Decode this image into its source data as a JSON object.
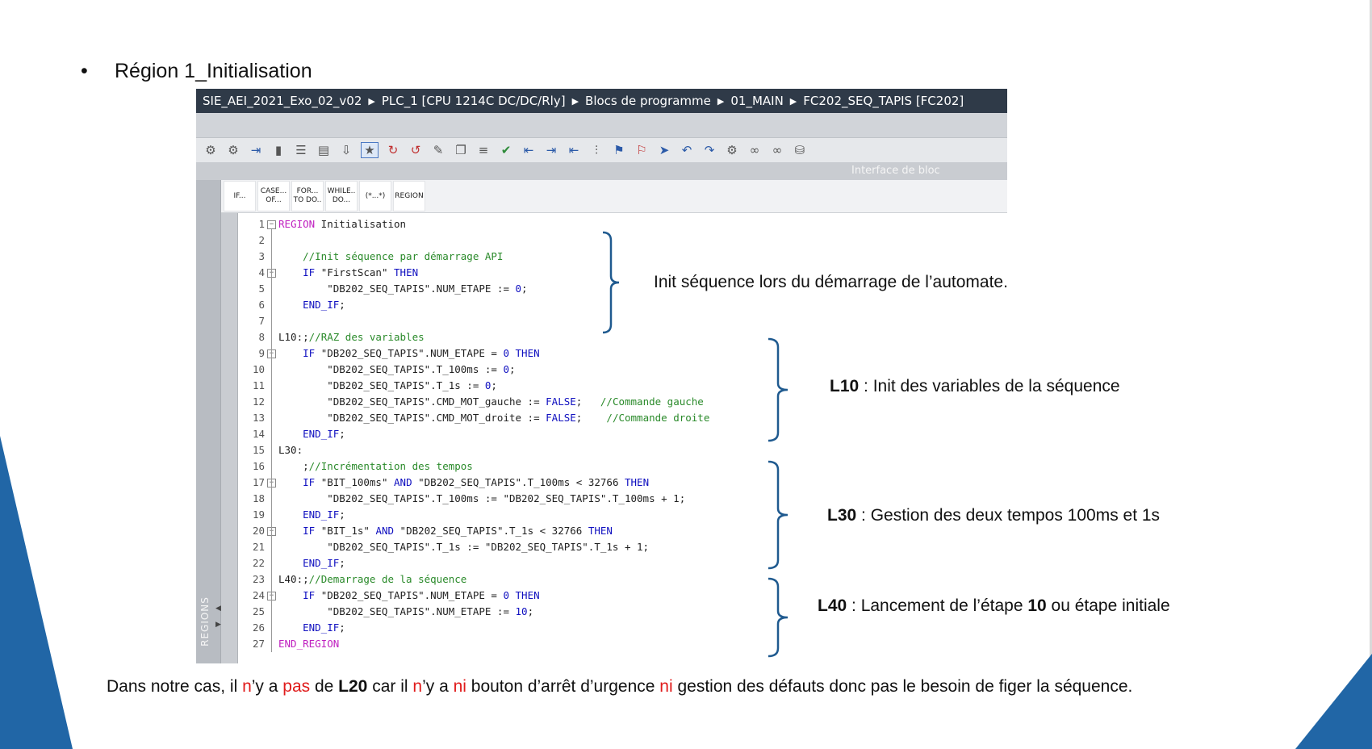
{
  "bullet": {
    "symbol": "•",
    "text": "Région 1_Initialisation"
  },
  "breadcrumb": [
    "SIE_AEI_2021_Exo_02_v02",
    "PLC_1 [CPU 1214C DC/DC/Rly]",
    "Blocs de programme",
    "01_MAIN",
    "FC202_SEQ_TAPIS [FC202]"
  ],
  "breadcrumb_sep": "▶",
  "interface_label": "Interface de bloc",
  "side_label": "REGIONS",
  "scl_buttons": [
    {
      "l1": "IF...",
      "l2": ""
    },
    {
      "l1": "CASE...",
      "l2": "OF..."
    },
    {
      "l1": "FOR...",
      "l2": "TO DO.."
    },
    {
      "l1": "WHILE..",
      "l2": "DO..."
    },
    {
      "l1": "(*...*)",
      "l2": ""
    },
    {
      "l1": "REGION",
      "l2": ""
    }
  ],
  "code_lines": [
    {
      "n": "1",
      "t": "REGION Initialisation"
    },
    {
      "n": "2",
      "t": ""
    },
    {
      "n": "3",
      "t": "    //Init séquence par démarrage API"
    },
    {
      "n": "4",
      "t": "    IF \"FirstScan\" THEN"
    },
    {
      "n": "5",
      "t": "        \"DB202_SEQ_TAPIS\".NUM_ETAPE := 0;"
    },
    {
      "n": "6",
      "t": "    END_IF;"
    },
    {
      "n": "7",
      "t": ""
    },
    {
      "n": "8",
      "t": "L10:;//RAZ des variables"
    },
    {
      "n": "9",
      "t": "    IF \"DB202_SEQ_TAPIS\".NUM_ETAPE = 0 THEN"
    },
    {
      "n": "10",
      "t": "        \"DB202_SEQ_TAPIS\".T_100ms := 0;"
    },
    {
      "n": "11",
      "t": "        \"DB202_SEQ_TAPIS\".T_1s := 0;"
    },
    {
      "n": "12",
      "t": "        \"DB202_SEQ_TAPIS\".CMD_MOT_gauche := FALSE;   //Commande gauche"
    },
    {
      "n": "13",
      "t": "        \"DB202_SEQ_TAPIS\".CMD_MOT_droite := FALSE;    //Commande droite"
    },
    {
      "n": "14",
      "t": "    END_IF;"
    },
    {
      "n": "15",
      "t": "L30:"
    },
    {
      "n": "16",
      "t": "    ;//Incrémentation des tempos"
    },
    {
      "n": "17",
      "t": "    IF \"BIT_100ms\" AND \"DB202_SEQ_TAPIS\".T_100ms < 32766 THEN"
    },
    {
      "n": "18",
      "t": "        \"DB202_SEQ_TAPIS\".T_100ms := \"DB202_SEQ_TAPIS\".T_100ms + 1;"
    },
    {
      "n": "19",
      "t": "    END_IF;"
    },
    {
      "n": "20",
      "t": "    IF \"BIT_1s\" AND \"DB202_SEQ_TAPIS\".T_1s < 32766 THEN"
    },
    {
      "n": "21",
      "t": "        \"DB202_SEQ_TAPIS\".T_1s := \"DB202_SEQ_TAPIS\".T_1s + 1;"
    },
    {
      "n": "22",
      "t": "    END_IF;"
    },
    {
      "n": "23",
      "t": "L40:;//Demarrage de la séquence"
    },
    {
      "n": "24",
      "t": "    IF \"DB202_SEQ_TAPIS\".NUM_ETAPE = 0 THEN"
    },
    {
      "n": "25",
      "t": "        \"DB202_SEQ_TAPIS\".NUM_ETAPE := 10;"
    },
    {
      "n": "26",
      "t": "    END_IF;"
    },
    {
      "n": "27",
      "t": "END_REGION"
    }
  ],
  "annotations": {
    "init": "Init séquence lors du démarrage de l’automate.",
    "l10": {
      "label": "L10",
      "text": " : Init des variables de la séquence"
    },
    "l30": {
      "label": "L30",
      "text": " : Gestion des deux tempos 100ms et 1s"
    },
    "l40": {
      "label": "L40",
      "text1": " : Lancement de l’étape ",
      "bold": "10",
      "text2": " ou étape initiale"
    }
  },
  "bottom": {
    "p1": "Dans notre cas, il ",
    "r1": "n",
    "p2": "’y a ",
    "r2": "pas",
    "p3": " de ",
    "b1": "L20",
    "p4": " car il ",
    "r3": "n",
    "p5": "’y a ",
    "r4": "ni",
    "p6": " bouton d’arrêt d’urgence ",
    "r5": "ni",
    "p7": " gestion des défauts donc pas le besoin de figer la séquence."
  },
  "colors": {
    "accent_blue": "#2166a6",
    "brace": "#1f5a8f",
    "header": "#2f3a48",
    "red": "#e01b1b"
  }
}
